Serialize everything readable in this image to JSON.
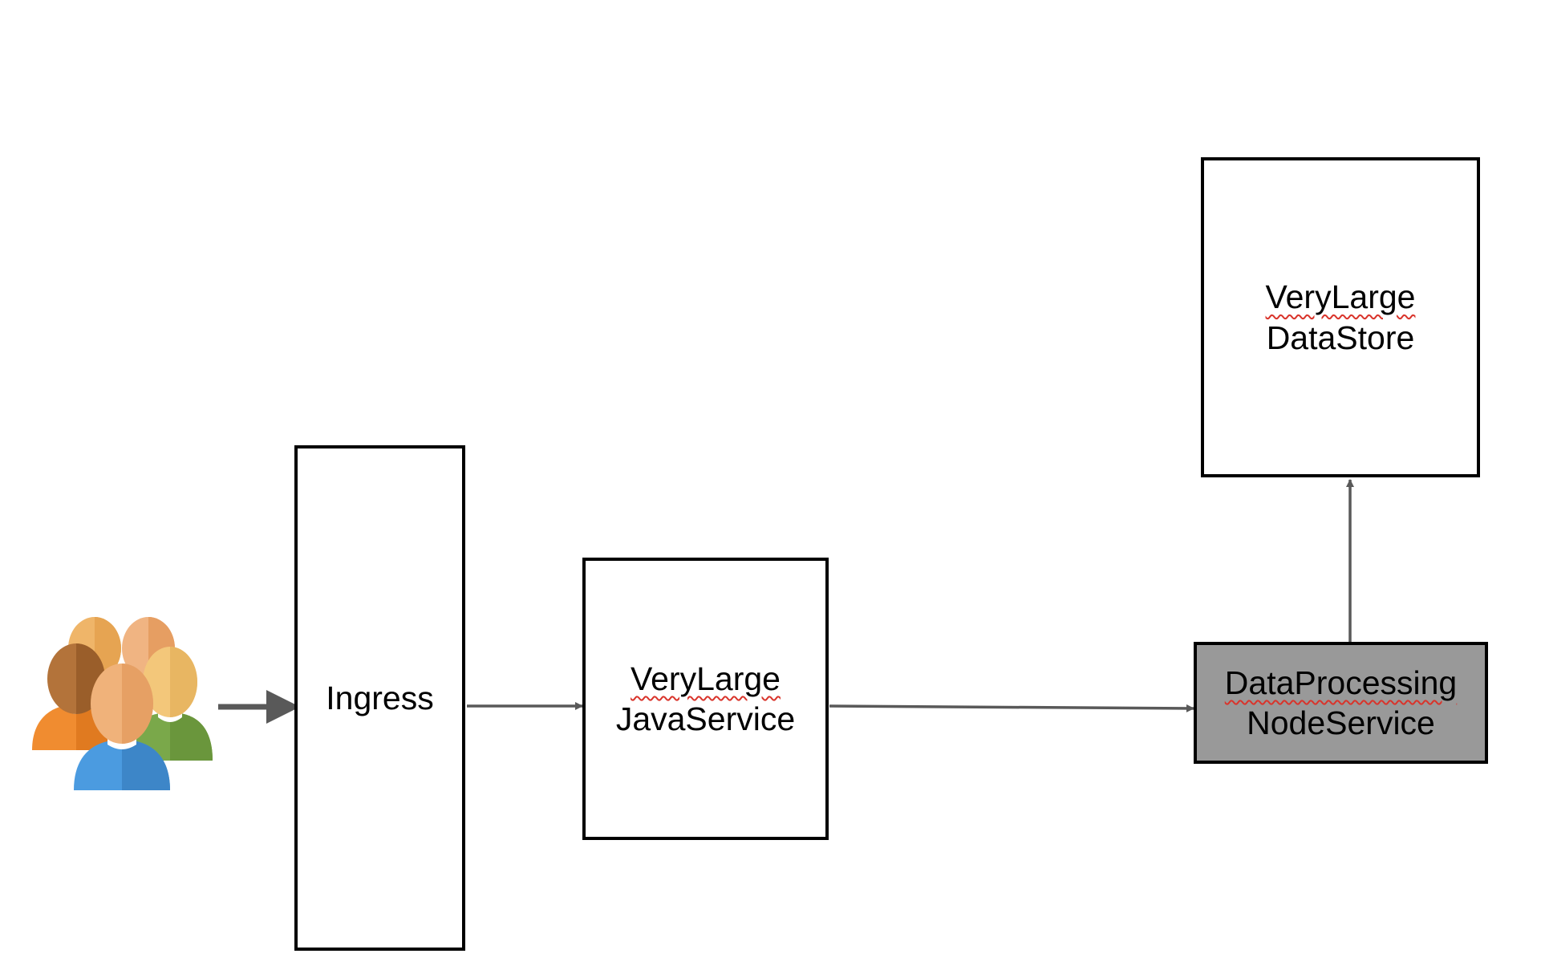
{
  "nodes": {
    "users": {
      "icon": "users-group-icon"
    },
    "ingress": {
      "label": "Ingress"
    },
    "java_service": {
      "label_line1": "VeryLarge",
      "label_line2": "JavaService"
    },
    "node_service": {
      "label_line1": "DataProcessing",
      "label_line2": "NodeService"
    },
    "data_store": {
      "label_line1": "VeryLarge",
      "label_line2": "DataStore"
    }
  },
  "edges": [
    {
      "from": "users",
      "to": "ingress"
    },
    {
      "from": "ingress",
      "to": "java_service"
    },
    {
      "from": "java_service",
      "to": "node_service"
    },
    {
      "from": "node_service",
      "to": "data_store"
    }
  ],
  "colors": {
    "box_border": "#000000",
    "box_fill": "#ffffff",
    "highlight_fill": "#999999",
    "arrow": "#595959",
    "spellcheck_underline": "#d9342b"
  }
}
